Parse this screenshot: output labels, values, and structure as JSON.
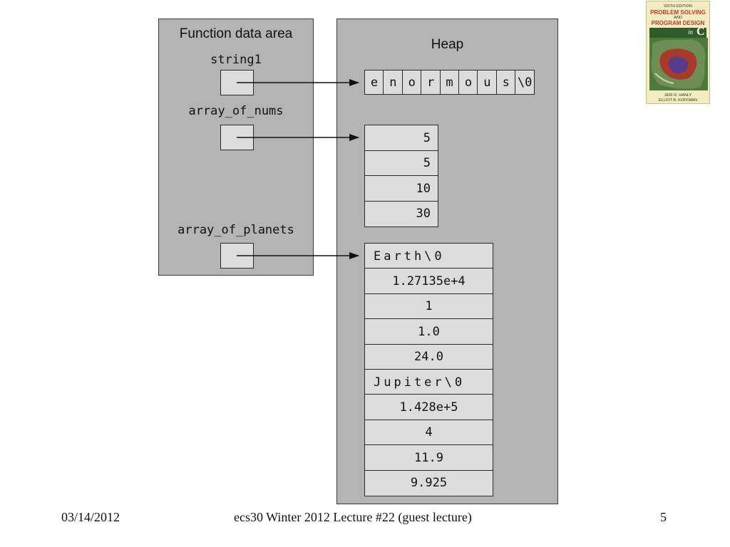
{
  "function_area": {
    "title": "Function data area",
    "vars": [
      "string1",
      "array_of_nums",
      "array_of_planets"
    ]
  },
  "heap": {
    "title": "Heap",
    "string_chars": [
      "e",
      "n",
      "o",
      "r",
      "m",
      "o",
      "u",
      "s",
      "\\0"
    ],
    "nums": [
      "5",
      "5",
      "10",
      "30"
    ],
    "planets": [
      "Earth\\0",
      "1.27135e+4",
      "1",
      "1.0",
      "24.0",
      "Jupiter\\0",
      "1.428e+5",
      "4",
      "11.9",
      "9.925"
    ]
  },
  "book": {
    "small_top": "SIXTH EDITION",
    "title_line1": "PROBLEM SOLVING",
    "and": "AND",
    "title_line2": "PROGRAM DESIGN",
    "in": "in",
    "lang": "C",
    "author1": "JERI R. HANLY",
    "author2": "ELLIOT B. KOFFMAN"
  },
  "footer": {
    "date": "03/14/2012",
    "title": "ecs30 Winter 2012 Lecture #22 (guest lecture)",
    "page": "5"
  }
}
